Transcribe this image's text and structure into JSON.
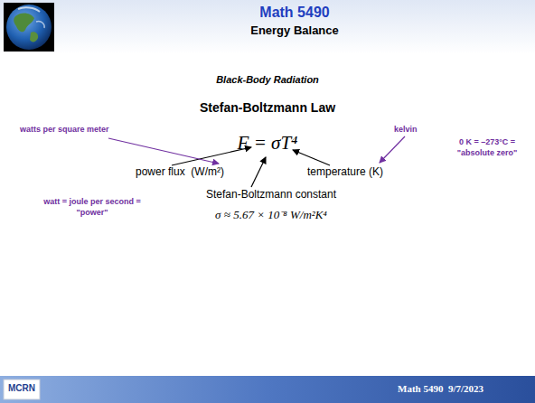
{
  "diagram": {
    "title": "Math 5490",
    "labels": [
      "Energy Balance",
      "Black-Body Radiation",
      "Stefan-Boltzmann Law",
      "watts per square meter",
      "F = σT⁴",
      "kelvin",
      "0 K = –273°C = \"absolute zero\"",
      "power flux  (W/m²)",
      "temperature (K)",
      "Stefan-Boltzmann constant",
      "σ ≈ 5.67 × 10⁻⁸ W/m²K⁴",
      "watt = joule per second = \"power\"",
      "MCRN",
      "Math 5490  9/7/2023"
    ]
  }
}
